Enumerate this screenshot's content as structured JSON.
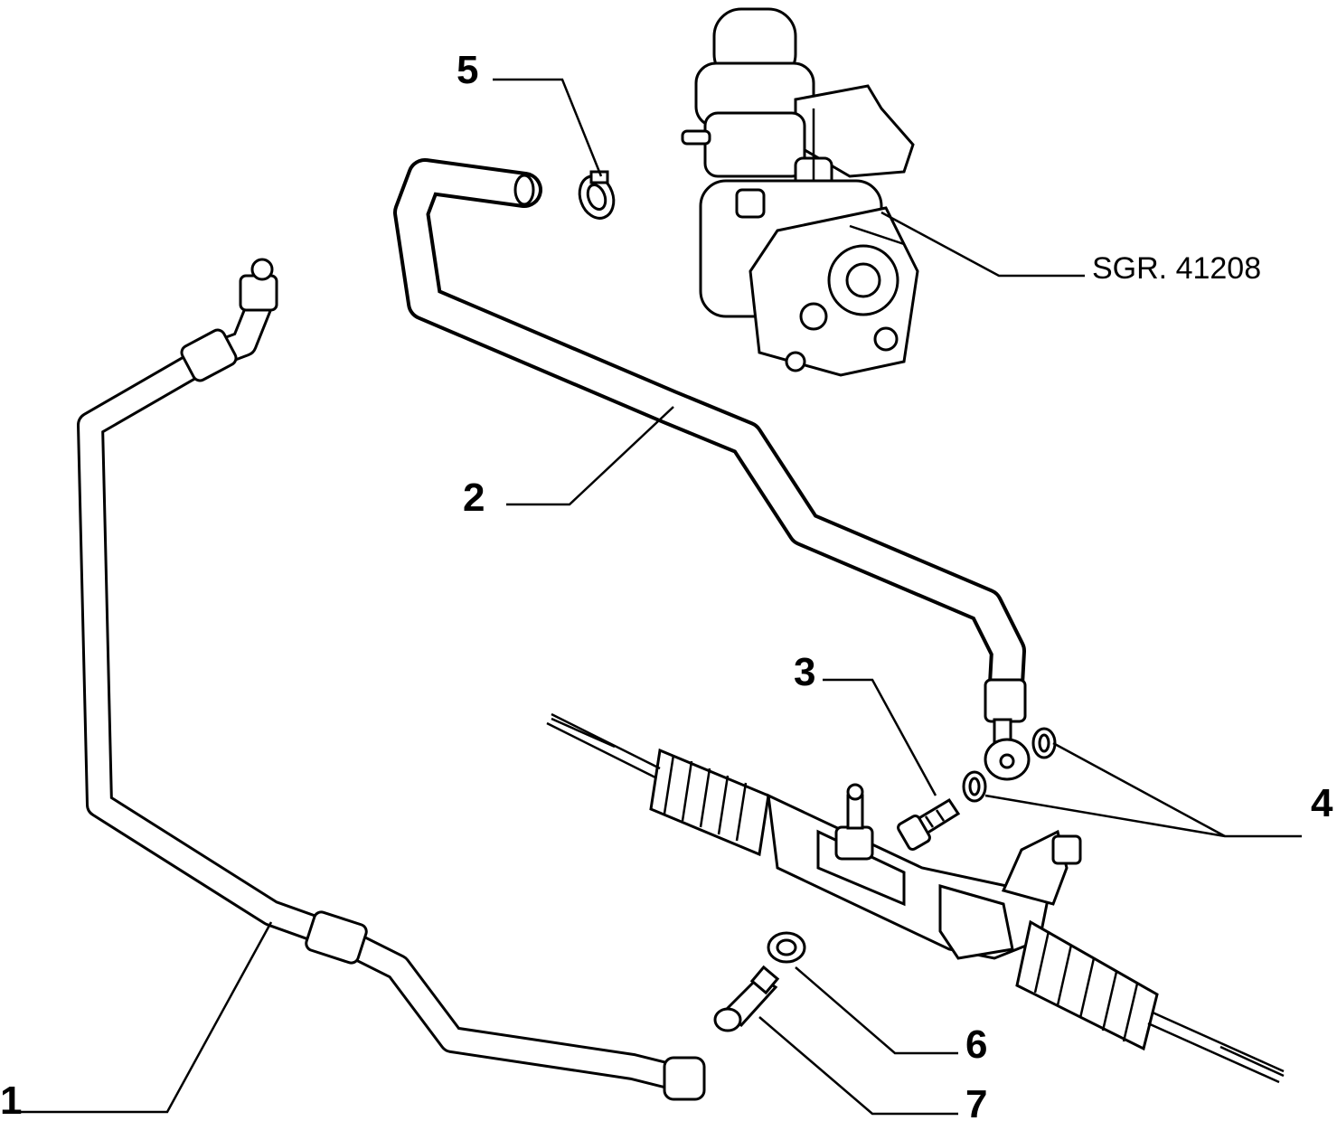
{
  "labels": {
    "l1": "1",
    "l2": "2",
    "l3": "3",
    "l4": "4",
    "l5": "5",
    "l6": "6",
    "l7": "7",
    "ref": "SGR. 41208"
  }
}
